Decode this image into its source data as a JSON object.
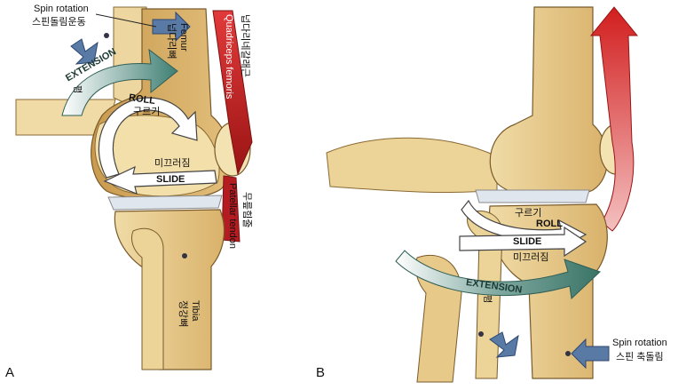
{
  "panel_a": {
    "letter": "A",
    "spin_rotation_en": "Spin rotation",
    "spin_rotation_ko": "스핀돌림운동",
    "extension_en": "EXTENSION",
    "extension_ko": "폄",
    "roll_en": "ROLL",
    "roll_ko": "구르기",
    "slide_en": "SLIDE",
    "slide_ko": "미끄러짐",
    "femur_en": "Femur",
    "femur_ko": "넙다리뼈",
    "quadriceps_en": "Quadriceps femoris",
    "quadriceps_ko": "넙다리네갈래근",
    "patellar_en": "Patellar tendon",
    "patellar_ko": "무릎힘줄",
    "tibia_en": "Tibia",
    "tibia_ko": "정강뼈"
  },
  "panel_b": {
    "letter": "B",
    "roll_en": "ROLL",
    "roll_ko": "구르기",
    "slide_en": "SLIDE",
    "slide_ko": "미끄러짐",
    "extension_en": "EXTENSION",
    "extension_ko": "폄",
    "spin_rotation_en": "Spin rotation",
    "spin_rotation_ko": "스핀 축돌림"
  },
  "colors": {
    "bone": "#e6c98a",
    "bone_dark": "#c9a05a",
    "bone_outline": "#7a5a2a",
    "muscle": "#c8202a",
    "arrow_blue": "#5a7aa6",
    "arrow_teal": "#5f9a8a",
    "arrow_white": "#ffffff"
  }
}
